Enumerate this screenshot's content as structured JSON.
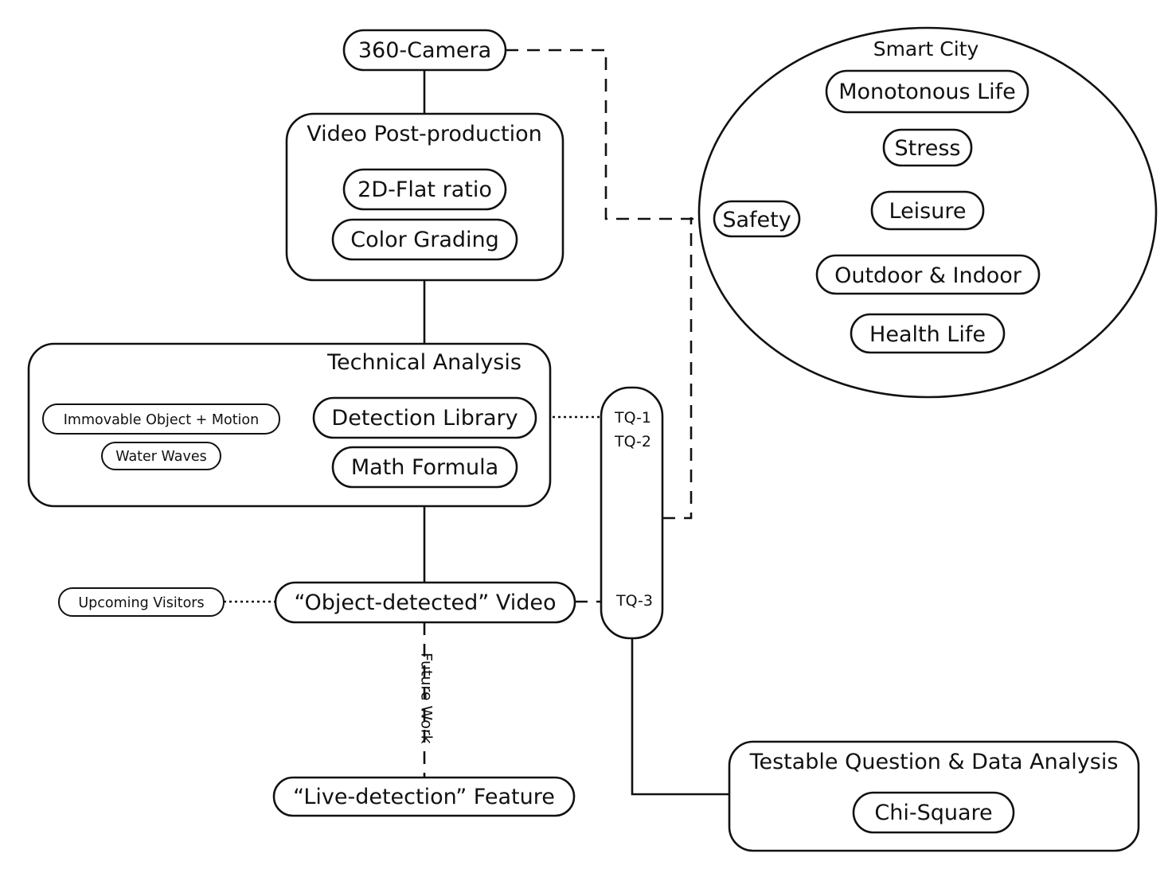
{
  "nodes": {
    "camera": "360-Camera",
    "video_post": {
      "title": "Video Post-production",
      "items": [
        "2D-Flat ratio",
        "Color Grading"
      ]
    },
    "technical": {
      "title": "Technical Analysis",
      "detection": "Detection Library",
      "math": "Math Formula",
      "immovable": "Immovable Object + Motion",
      "water": "Water Waves"
    },
    "object_video": "“Object-detected” Video",
    "upcoming": "Upcoming Visitors",
    "future_work": "Future Work",
    "live_detection": "“Live-detection” Feature",
    "tq": {
      "tq1": "TQ-1",
      "tq2": "TQ-2",
      "tq3": "TQ-3"
    },
    "testable": {
      "title": "Testable Question & Data Analysis",
      "chi": "Chi-Square"
    },
    "smart_city": {
      "title": "Smart City",
      "monotonous": "Monotonous Life",
      "stress": "Stress",
      "leisure": "Leisure",
      "outdoor": "Outdoor & Indoor",
      "health": "Health Life",
      "safety": "Safety"
    }
  }
}
